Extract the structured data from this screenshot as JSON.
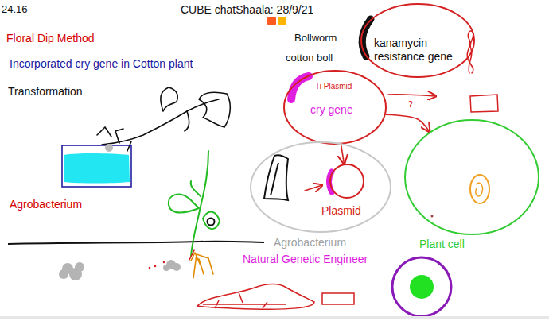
{
  "diagram": {
    "title": "CUBE chatShaala: 28/9/21",
    "nodes": [
      {
        "text": [
          "kanamycin resistance gene"
        ]
      },
      {
        "text": [
          "Ti Plasmid",
          "cry gene"
        ]
      },
      {
        "text": [
          "Agrobacterium"
        ]
      },
      {
        "text": [
          "Plasmid"
        ],
        "in": 2
      },
      {
        "text": [
          "Plant cell"
        ]
      }
    ],
    "edges": [
      {
        "from": 1,
        "to": 3,
        "arrow": "to"
      },
      {
        "from": 1,
        "to": 4,
        "arrow": "to"
      }
    ],
    "labels": [
      "24.16",
      "Floral Dip Method",
      "Incorporated cry gene in Cotton plant",
      "Transformation",
      "Bollworm",
      "cotton boll",
      "?",
      "Agrobacterium",
      "Natural Genetic Engineer"
    ]
  }
}
